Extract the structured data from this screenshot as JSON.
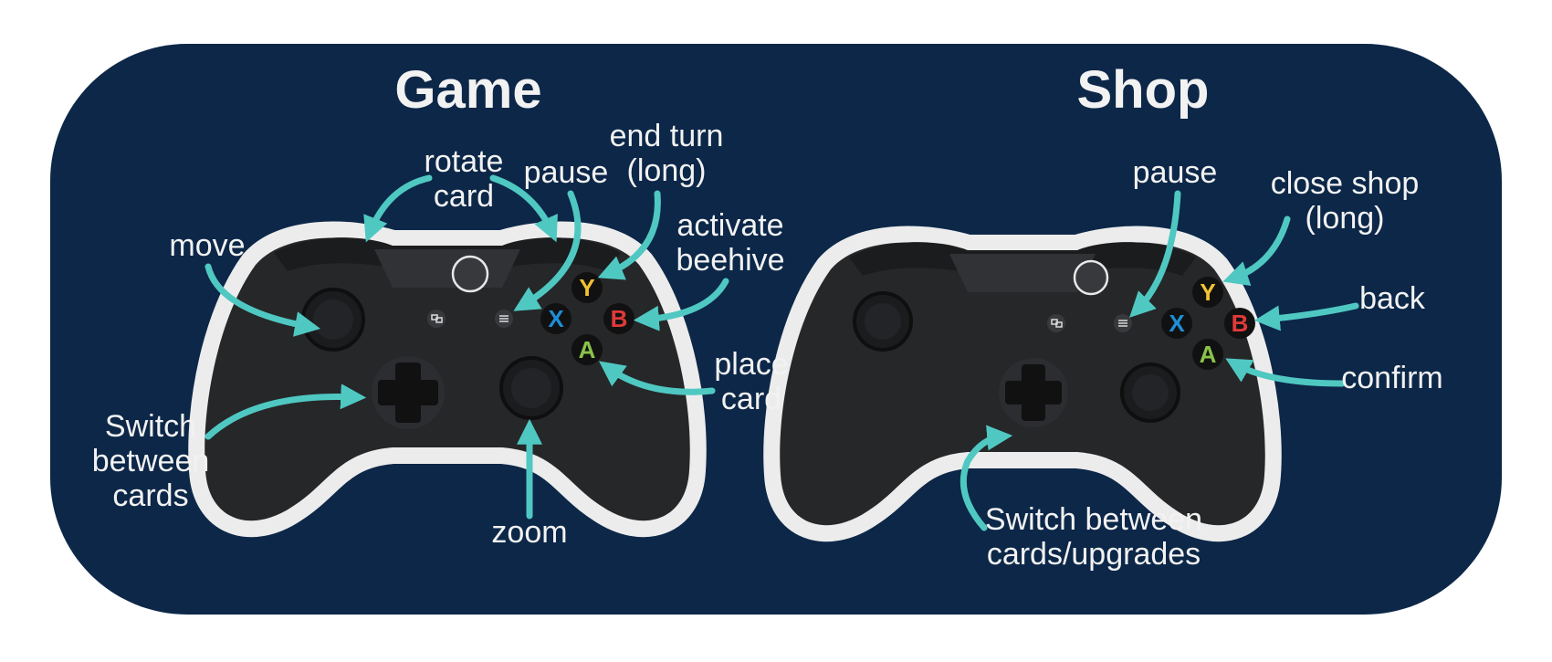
{
  "panels": {
    "game": {
      "title": "Game",
      "labels": {
        "rotate_1": "rotate",
        "rotate_2": "card",
        "pause": "pause",
        "end_turn_1": "end turn",
        "end_turn_2": "(long)",
        "move": "move",
        "activate_1": "activate",
        "activate_2": "beehive",
        "place_1": "place",
        "place_2": "card",
        "switch_1": "Switch",
        "switch_2": "between",
        "switch_3": "cards",
        "zoom": "zoom"
      }
    },
    "shop": {
      "title": "Shop",
      "labels": {
        "pause": "pause",
        "close_1": "close shop",
        "close_2": "(long)",
        "back": "back",
        "confirm": "confirm",
        "switch_1": "Switch between",
        "switch_2": "cards/upgrades"
      }
    }
  },
  "face_buttons": {
    "y": "Y",
    "x": "X",
    "b": "B",
    "a": "A"
  },
  "colors": {
    "background_panel": "#0c2748",
    "arrow": "#4fc8c2",
    "controller_body": "#262729",
    "controller_outline": "#ececec",
    "button_y": "#f2c230",
    "button_x": "#1e8fd6",
    "button_b": "#e03a3a",
    "button_a": "#8bc34a"
  }
}
